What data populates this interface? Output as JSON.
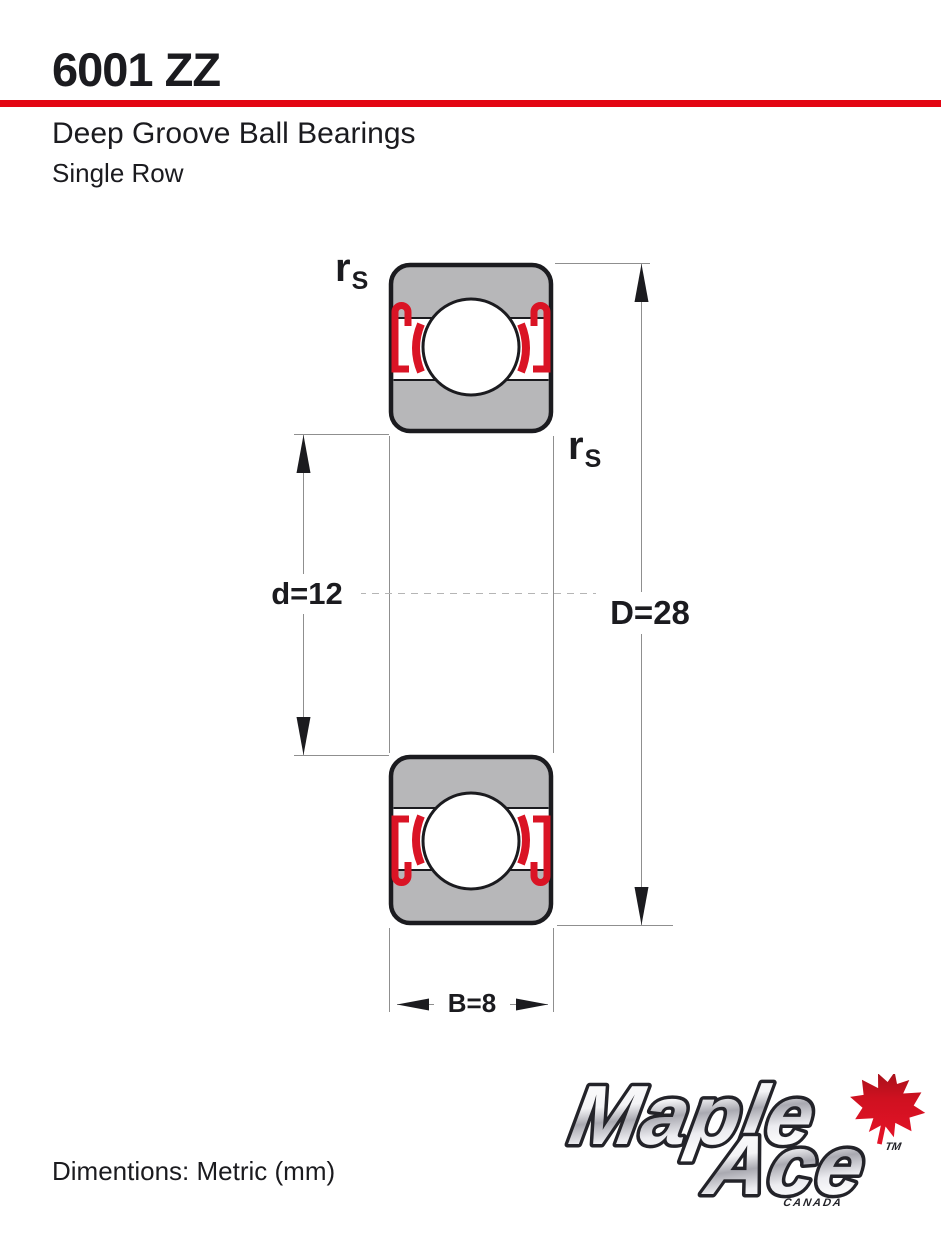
{
  "header": {
    "part_number": "6001 ZZ",
    "product_line": "Deep Groove Ball Bearings",
    "row_type": "Single Row"
  },
  "diagram": {
    "surface_radius": {
      "base": "r",
      "sub": "S"
    },
    "bore_diameter_label": "d=12",
    "outer_diameter_label": "D=28",
    "width_label": "B=8"
  },
  "branding": {
    "word1": "Maple",
    "word2": "Ace",
    "trademark": "TM",
    "country": "CANADA"
  },
  "footer": {
    "note": "Dimentions: Metric (mm)"
  },
  "colors": {
    "accent_red": "#e30613",
    "shield_red": "#da1425",
    "bearing_gray": "#b7b7b9",
    "ink": "#1b1b1f",
    "dim_line": "#8f8f8f"
  }
}
